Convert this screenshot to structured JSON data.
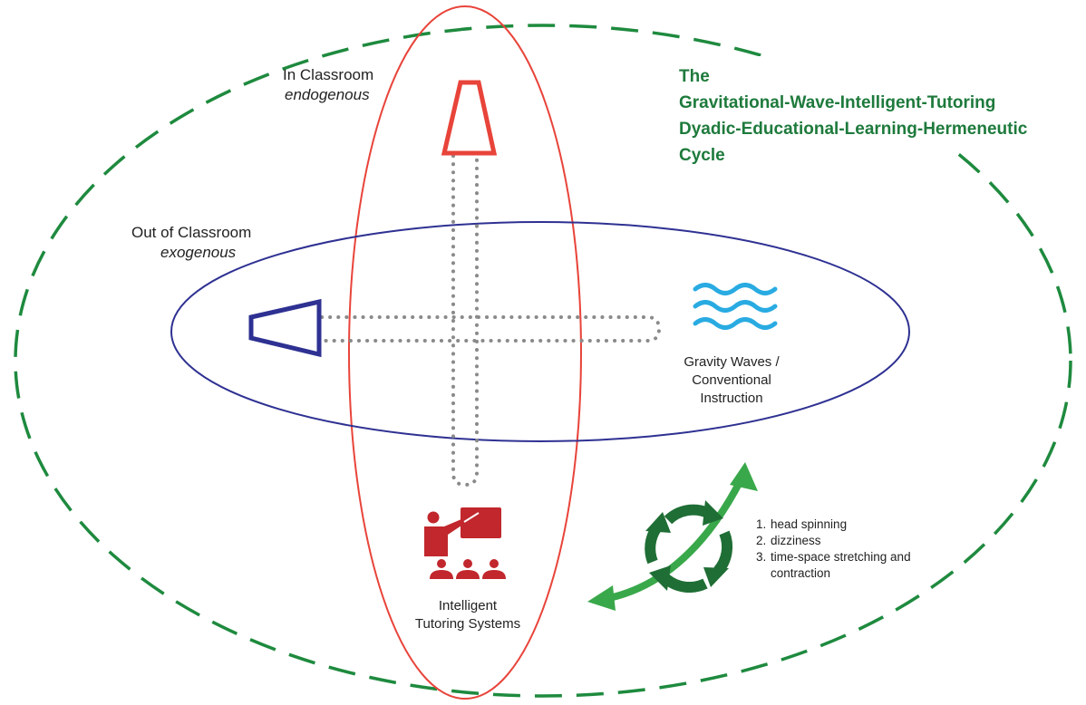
{
  "title": {
    "lines": [
      "The",
      "Gravitational-Wave-Intelligent-Tutoring",
      "Dyadic-Educational-Learning-Hermeneutic",
      "Cycle"
    ]
  },
  "zones": {
    "in_classroom": {
      "label": "In Classroom",
      "sub": "endogenous"
    },
    "out_classroom": {
      "label": "Out of Classroom",
      "sub": "exogenous"
    }
  },
  "nodes": {
    "gravity_waves": {
      "line1": "Gravity Waves /",
      "line2": "Conventional",
      "line3": "Instruction"
    },
    "its": {
      "line1": "Intelligent",
      "line2": "Tutoring Systems"
    }
  },
  "effects": [
    {
      "num": "1.",
      "text": "head spinning"
    },
    {
      "num": "2.",
      "text": "dizziness"
    },
    {
      "num": "3.",
      "text": "time-space stretching and contraction"
    }
  ],
  "colors": {
    "outer_dash": "#1e8a3e",
    "title": "#1e7a3c",
    "vertical_ellipse": "#e8443a",
    "horizontal_ellipse": "#2e3192",
    "waves": "#29abe2",
    "its_icon": "#c1272d",
    "cycle_dark": "#1f6e35",
    "cycle_light": "#39a84a",
    "dots": "#8a8a8a"
  },
  "icons": {
    "in_classroom": "trapezoid-icon",
    "out_classroom": "trapezoid-icon",
    "gravity_waves": "waves-icon",
    "its": "teacher-classroom-icon",
    "cycle": "circular-arrows-icon"
  }
}
